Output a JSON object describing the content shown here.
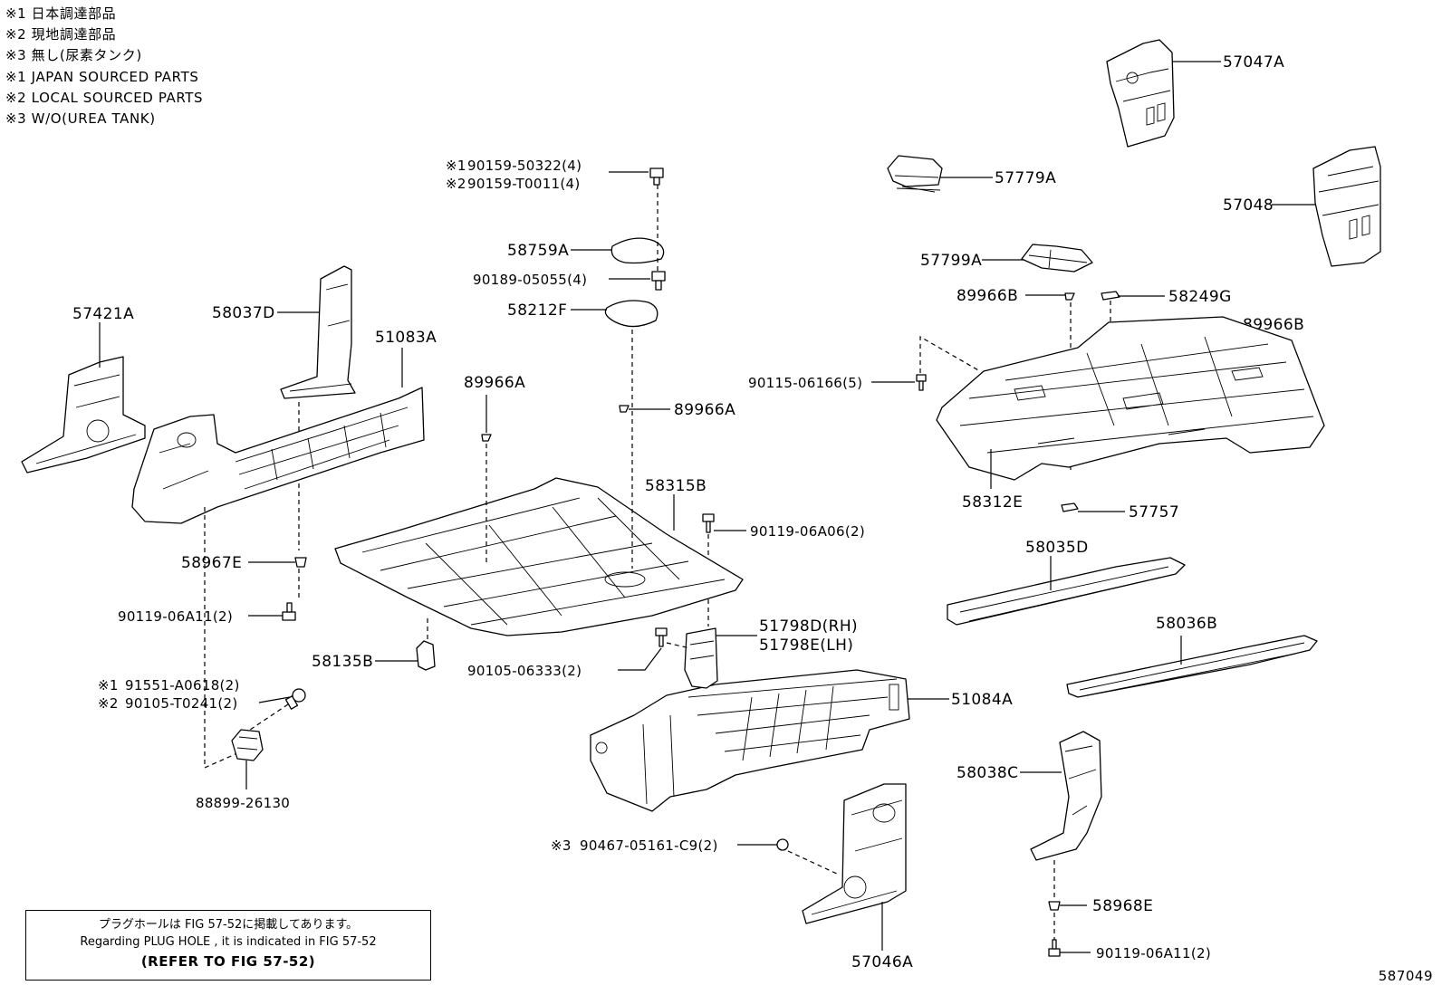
{
  "notes": [
    "※1 日本調達部品",
    "※2 現地調達部品",
    "※3 無し(尿素タンク)",
    "※1 JAPAN SOURCED PARTS",
    "※2 LOCAL SOURCED PARTS",
    "※3 W/O(UREA TANK)"
  ],
  "callouts": {
    "p57047A": "57047A",
    "p57779A": "57779A",
    "p57048": "57048",
    "p57799A": "57799A",
    "p89966B_left": "89966B",
    "p58249G": "58249G",
    "p89966B_right": "89966B",
    "p90115": "90115-06166(5)",
    "p58312E": "58312E",
    "p57757": "57757",
    "p58035D": "58035D",
    "p58036B": "58036B",
    "p58038C": "58038C",
    "p58968E": "58968E",
    "p90119_right": "90119-06A11(2)",
    "p57046A": "57046A",
    "p90467": "90467-05161-C9(2)",
    "p90467_mark": "※3",
    "p51084A": "51084A",
    "p51798D": "51798D(RH)",
    "p51798E": "51798E(LH)",
    "p90105_06333": "90105-06333(2)",
    "p90119_06A06": "90119-06A06(2)",
    "p58315B": "58315B",
    "p89966A_right": "89966A",
    "p89966A_left": "89966A",
    "p58212F": "58212F",
    "p90189": "90189-05055(4)",
    "p58759A": "58759A",
    "p90159_50322": "90159-50322(4)",
    "p90159_50322_mark": "※1",
    "p90159_T0011": "90159-T0011(4)",
    "p90159_T0011_mark": "※2",
    "p57421A": "57421A",
    "p58037D": "58037D",
    "p51083A": "51083A",
    "p58967E": "58967E",
    "p90119_left": "90119-06A11(2)",
    "p58135B": "58135B",
    "p91551": "91551-A0618(2)",
    "p91551_mark": "※1",
    "p90105_T0241": "90105-T0241(2)",
    "p90105_T0241_mark": "※2",
    "p88899": "88899-26130"
  },
  "note_box": {
    "line1": "プラグホールは FIG 57-52に掲載してあります。",
    "line2": "Regarding  PLUG  HOLE , it is indicated in FIG  57-52",
    "line3": "(REFER TO FIG 57-52)"
  },
  "figure_id": "587049"
}
